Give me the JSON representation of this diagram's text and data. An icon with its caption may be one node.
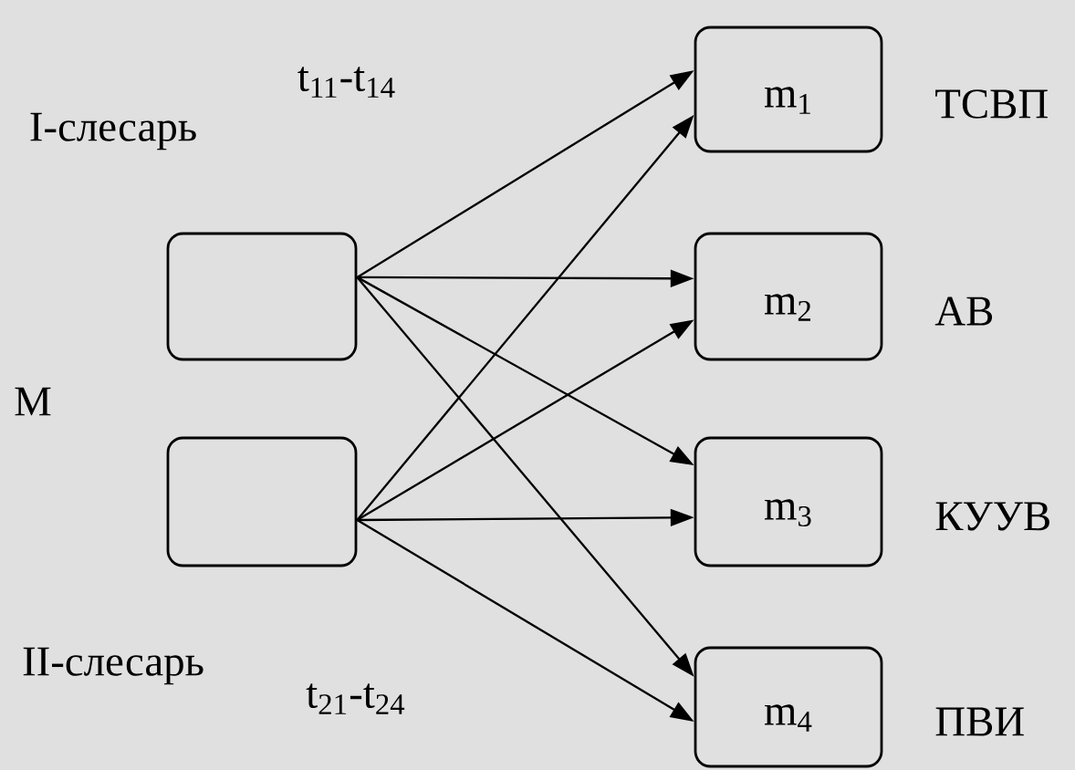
{
  "diagram": {
    "nodes": [
      {
        "text": [],
        "shape": "box"
      },
      {
        "text": [],
        "shape": "box"
      },
      {
        "text": [
          "m$_{1}$"
        ],
        "beside": [
          "ТСВП"
        ]
      },
      {
        "text": [
          "m$_{2}$"
        ],
        "beside": [
          "АВ"
        ]
      },
      {
        "text": [
          "m$_{3}$"
        ],
        "beside": [
          "КУУВ"
        ]
      },
      {
        "text": [
          "m$_{4}$"
        ],
        "beside": [
          "ПВИ"
        ]
      }
    ],
    "edges": [
      {
        "from": 0,
        "to": 2,
        "arrow": "to"
      },
      {
        "from": 0,
        "to": 3,
        "arrow": "to"
      },
      {
        "from": 0,
        "to": 4,
        "arrow": "to"
      },
      {
        "from": 0,
        "to": 5,
        "arrow": "to"
      },
      {
        "from": 1,
        "to": 2,
        "arrow": "to"
      },
      {
        "from": 1,
        "to": 3,
        "arrow": "to"
      },
      {
        "from": 1,
        "to": 4,
        "arrow": "to"
      },
      {
        "from": 1,
        "to": 5,
        "arrow": "to"
      }
    ],
    "labels": [
      "t$_{11}$-t$_{14}$",
      "I-слесарь",
      "M",
      "II-слесарь",
      "t$_{21}$-t$_{24}$"
    ]
  }
}
